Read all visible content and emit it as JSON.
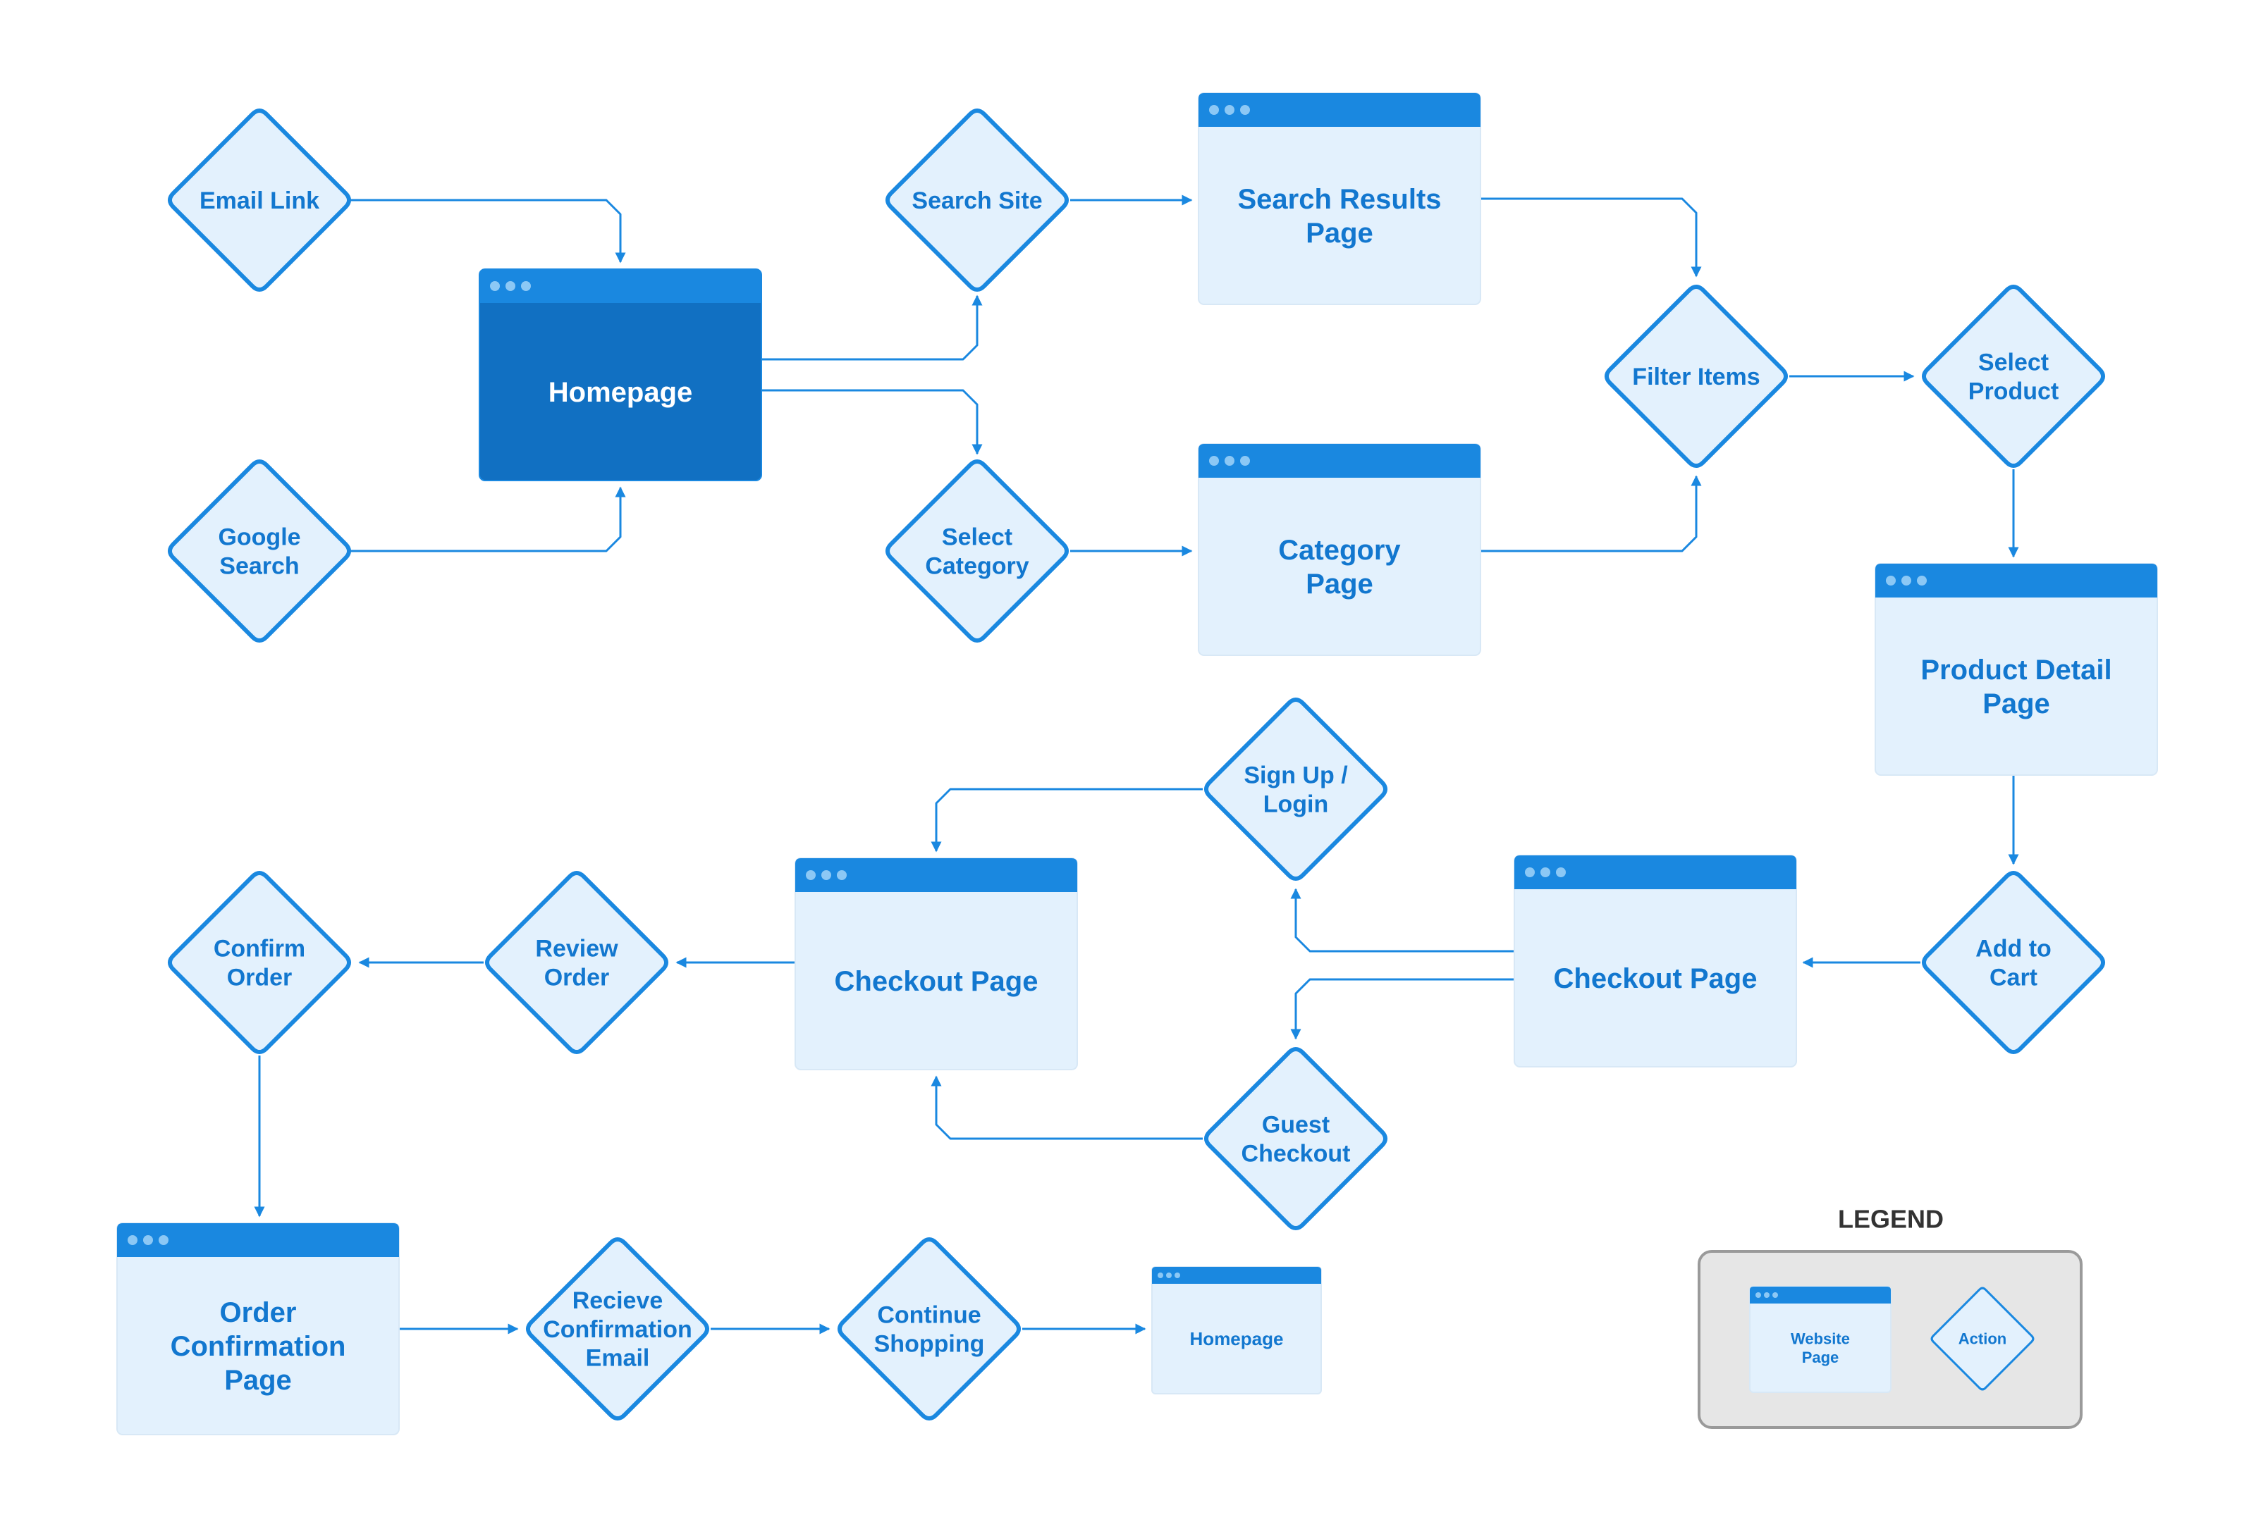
{
  "colors": {
    "primary": "#1a88e0",
    "page_fill": "#e3f1fd",
    "page_fill_selected": "#1170c2",
    "text": "#1277cf",
    "text_selected": "#ffffff",
    "legend_bg": "#e6e6e6",
    "legend_border": "#9a9a9a",
    "legend_title": "#333333"
  },
  "pages": [
    {
      "id": "homepage",
      "label": "Homepage",
      "selected": true
    },
    {
      "id": "search-results",
      "label": "Search Results\nPage"
    },
    {
      "id": "category",
      "label": "Category\nPage"
    },
    {
      "id": "product-detail",
      "label": "Product Detail\nPage"
    },
    {
      "id": "checkout-right",
      "label": "Checkout Page"
    },
    {
      "id": "checkout-left",
      "label": "Checkout Page"
    },
    {
      "id": "order-confirmation",
      "label": "Order\nConfirmation\nPage"
    },
    {
      "id": "homepage-small",
      "label": "Homepage"
    }
  ],
  "actions": [
    {
      "id": "email-link",
      "label": "Email Link"
    },
    {
      "id": "google-search",
      "label": "Google\nSearch"
    },
    {
      "id": "search-site",
      "label": "Search Site"
    },
    {
      "id": "select-category",
      "label": "Select\nCategory"
    },
    {
      "id": "filter-items",
      "label": "Filter Items"
    },
    {
      "id": "select-product",
      "label": "Select\nProduct"
    },
    {
      "id": "add-to-cart",
      "label": "Add to\nCart"
    },
    {
      "id": "sign-up-login",
      "label": "Sign Up /\nLogin"
    },
    {
      "id": "guest-checkout",
      "label": "Guest\nCheckout"
    },
    {
      "id": "review-order",
      "label": "Review\nOrder"
    },
    {
      "id": "confirm-order",
      "label": "Confirm\nOrder"
    },
    {
      "id": "receive-email",
      "label": "Recieve\nConfirmation\nEmail"
    },
    {
      "id": "continue-shopping",
      "label": "Continue\nShopping"
    }
  ],
  "legend": {
    "title": "LEGEND",
    "page_label": "Website\nPage",
    "action_label": "Action"
  }
}
